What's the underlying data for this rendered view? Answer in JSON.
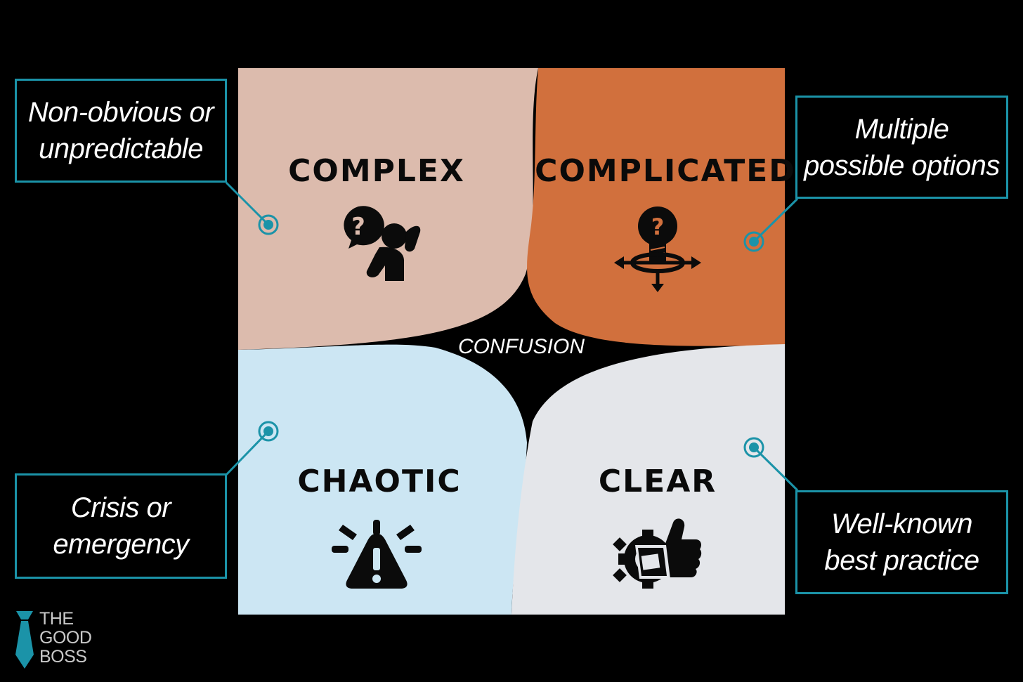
{
  "quadrants": {
    "complex": {
      "label": "COMPLEX",
      "color": "#dcbbad"
    },
    "complicated": {
      "label": "COMPLICATED",
      "color": "#d1703d"
    },
    "chaotic": {
      "label": "CHAOTIC",
      "color": "#cce6f3"
    },
    "clear": {
      "label": "CLEAR",
      "color": "#e4e6ea"
    }
  },
  "center_label": "CONFUSION",
  "callouts": {
    "complex": {
      "line1": "Non-obvious or",
      "line2": "unpredictable"
    },
    "complicated": {
      "line1": "Multiple",
      "line2": "possible options"
    },
    "chaotic": {
      "line1": "Crisis or",
      "line2": "emergency"
    },
    "clear": {
      "line1": "Well-known",
      "line2": "best practice"
    }
  },
  "accent_color": "#1b93a8",
  "icons": {
    "complex": "confused-person-icon",
    "complicated": "lightbulb-question-options-icon",
    "chaotic": "warning-alert-icon",
    "clear": "gear-thumbs-up-icon"
  },
  "logo": {
    "line1": "THE",
    "line2": "GOOD",
    "line3": "BOSS"
  }
}
